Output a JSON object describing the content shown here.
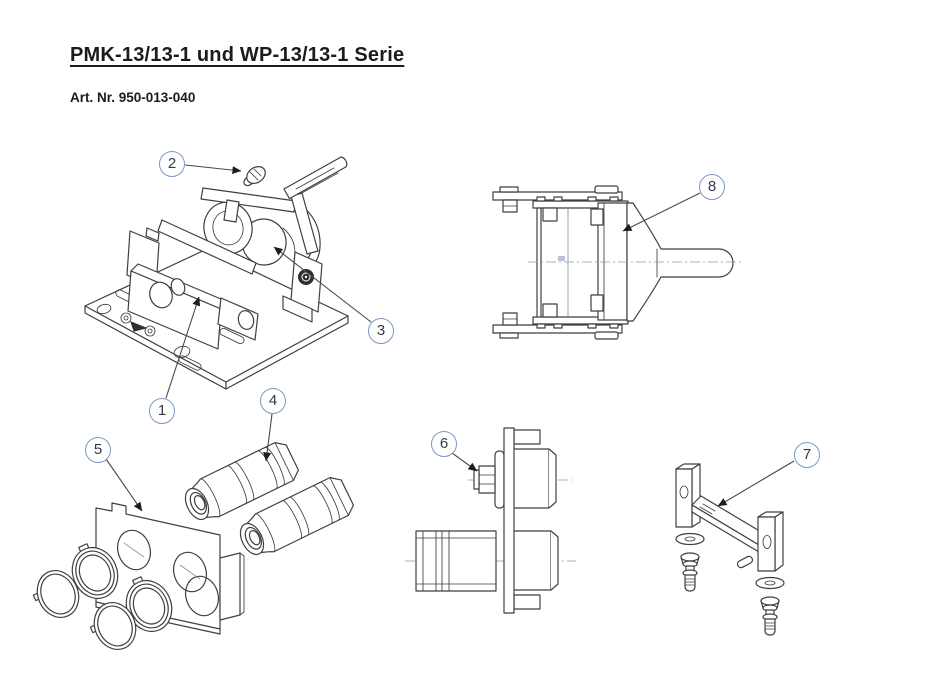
{
  "document": {
    "title": "PMK-13/13-1 und WP-13/13-1 Serie",
    "article_number": "Art. Nr. 950-013-040"
  },
  "colors": {
    "background": "#ffffff",
    "line_art": "#3f3f3f",
    "callout_ring": "#7b9ac2",
    "callout_number": "#333a47",
    "text": "#1b1b1b",
    "arrow": "#1e1e1e"
  },
  "callouts": [
    {
      "label": "1"
    },
    {
      "label": "2"
    },
    {
      "label": "3"
    },
    {
      "label": "4"
    },
    {
      "label": "5"
    },
    {
      "label": "6"
    },
    {
      "label": "7"
    },
    {
      "label": "8"
    }
  ],
  "figures": [
    {
      "id": "main-assembly-isometric",
      "callout_labels": [
        "1",
        "2",
        "3"
      ]
    },
    {
      "id": "frame-with-handle-top-view",
      "callout_labels": [
        "8"
      ]
    },
    {
      "id": "plate-and-roller-cartridges-exploded",
      "callout_labels": [
        "4",
        "5"
      ]
    },
    {
      "id": "roller-bracket-side-view",
      "callout_labels": [
        "6"
      ]
    },
    {
      "id": "mounting-bracket-exploded",
      "callout_labels": [
        "7"
      ]
    }
  ]
}
